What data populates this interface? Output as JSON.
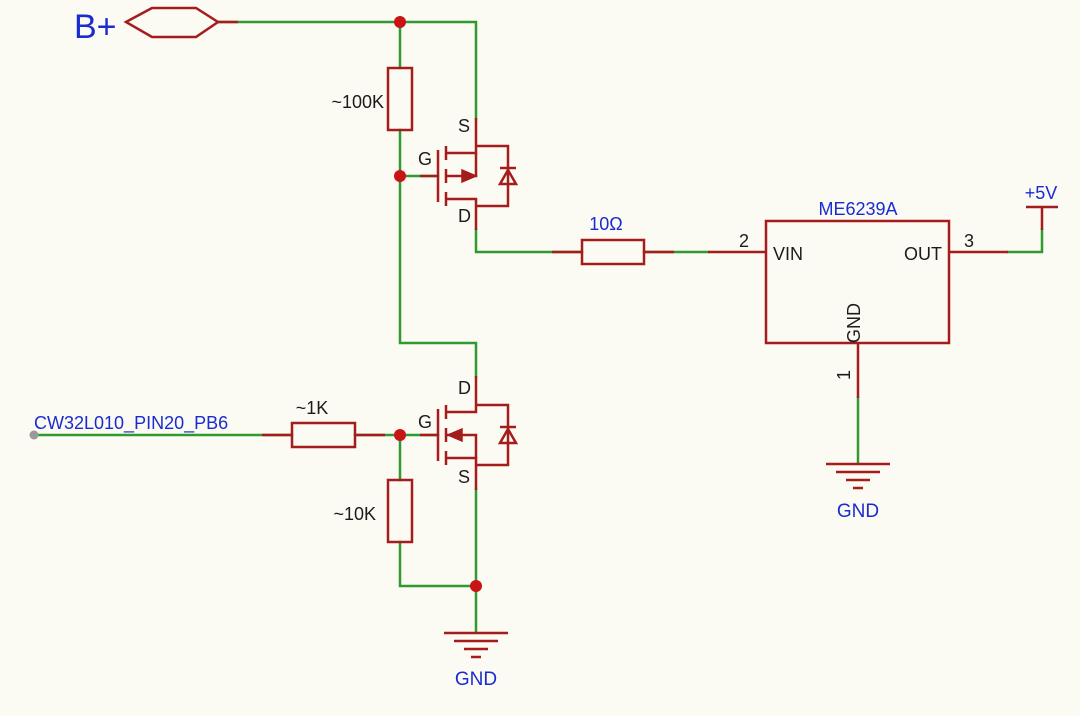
{
  "power_label": "B+",
  "r_top": "~100K",
  "r_series": "10Ω",
  "r_gate": "~1K",
  "r_pulldown": "~10K",
  "input_net": "CW32L010_PIN20_PB6",
  "ic": {
    "name": "ME6239A",
    "pin_vin": "VIN",
    "pin_out": "OUT",
    "pin_gnd": "GND",
    "pin_vin_num": "2",
    "pin_out_num": "3",
    "pin_gnd_num": "1"
  },
  "out_label": "+5V",
  "pmos": {
    "s": "S",
    "g": "G",
    "d": "D"
  },
  "nmos": {
    "d": "D",
    "g": "G",
    "s": "S"
  },
  "gnd_label": "GND"
}
